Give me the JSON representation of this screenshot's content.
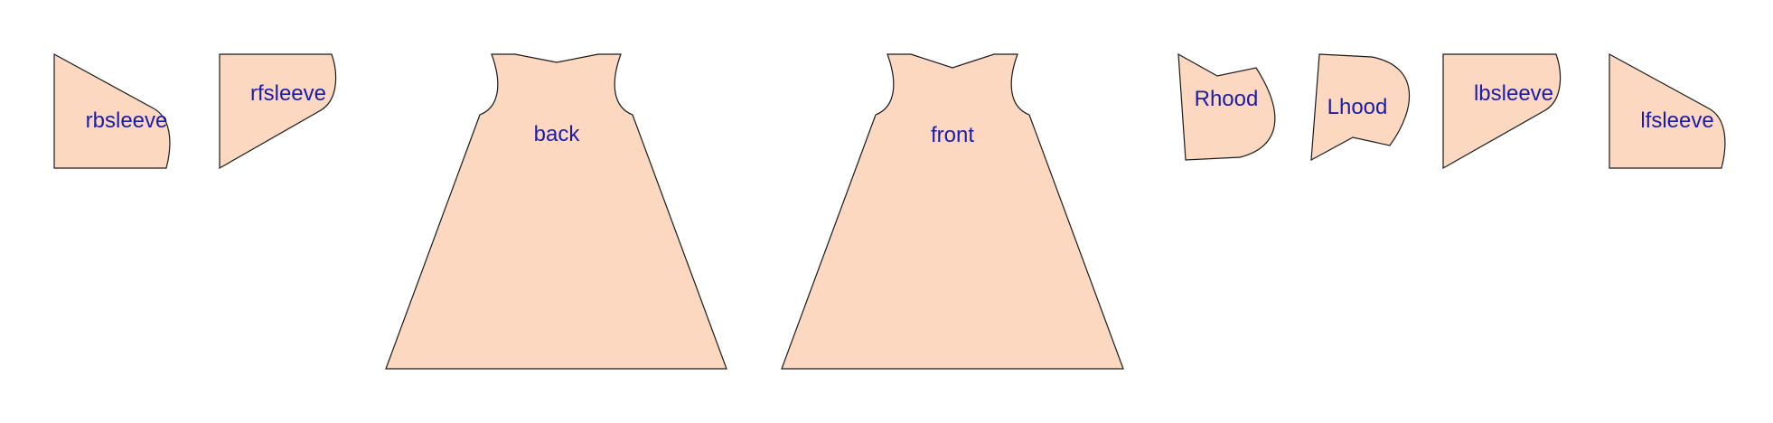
{
  "diagram": {
    "background_color": "#ffffff",
    "piece_fill_color": "#fdd8c0",
    "piece_stroke_color": "#1a1a1a",
    "label_color": "#1c1ca8",
    "pieces": [
      {
        "id": "rbsleeve",
        "label": "rbsleeve"
      },
      {
        "id": "rfsleeve",
        "label": "rfsleeve"
      },
      {
        "id": "back",
        "label": "back"
      },
      {
        "id": "front",
        "label": "front"
      },
      {
        "id": "rhood",
        "label": "Rhood"
      },
      {
        "id": "lhood",
        "label": "Lhood"
      },
      {
        "id": "lbsleeve",
        "label": "lbsleeve"
      },
      {
        "id": "lfsleeve",
        "label": "lfsleeve"
      }
    ]
  }
}
